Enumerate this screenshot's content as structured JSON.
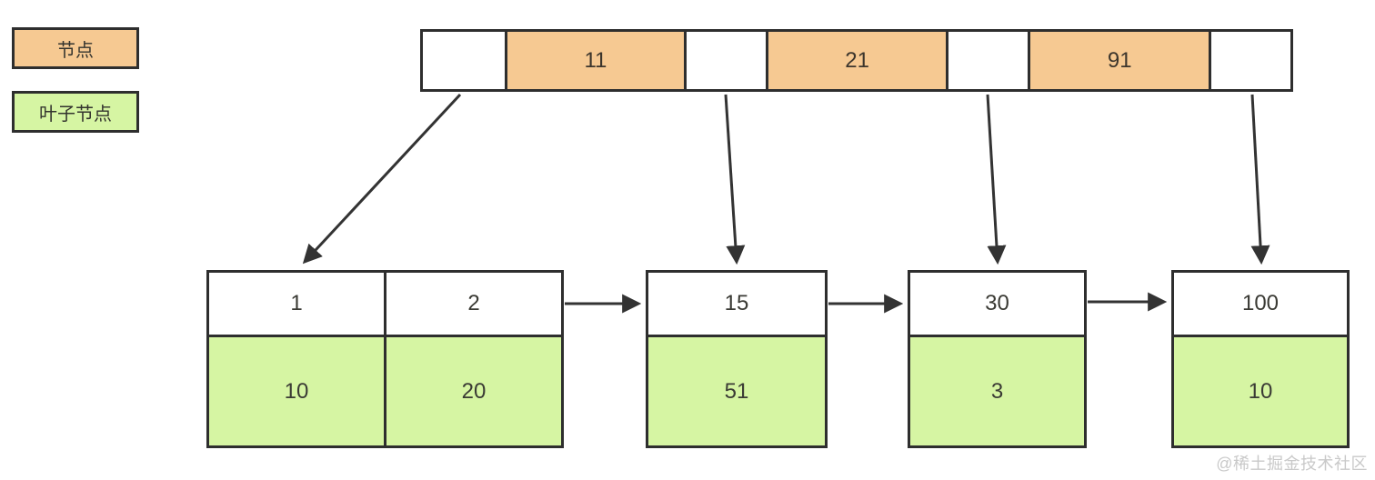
{
  "legend": {
    "node_label": "节点",
    "leaf_label": "叶子节点"
  },
  "root": {
    "keys": [
      "11",
      "21",
      "91"
    ]
  },
  "leaves": [
    {
      "keys": [
        "1",
        "2"
      ],
      "values": [
        "10",
        "20"
      ]
    },
    {
      "keys": [
        "15"
      ],
      "values": [
        "51"
      ]
    },
    {
      "keys": [
        "30"
      ],
      "values": [
        "3"
      ]
    },
    {
      "keys": [
        "100"
      ],
      "values": [
        "10"
      ]
    }
  ],
  "watermark": "@稀土掘金技术社区",
  "colors": {
    "node_fill": "#f6c992",
    "leaf_fill": "#d6f5a3",
    "border": "#2e2e2e",
    "arrow": "#333333"
  }
}
